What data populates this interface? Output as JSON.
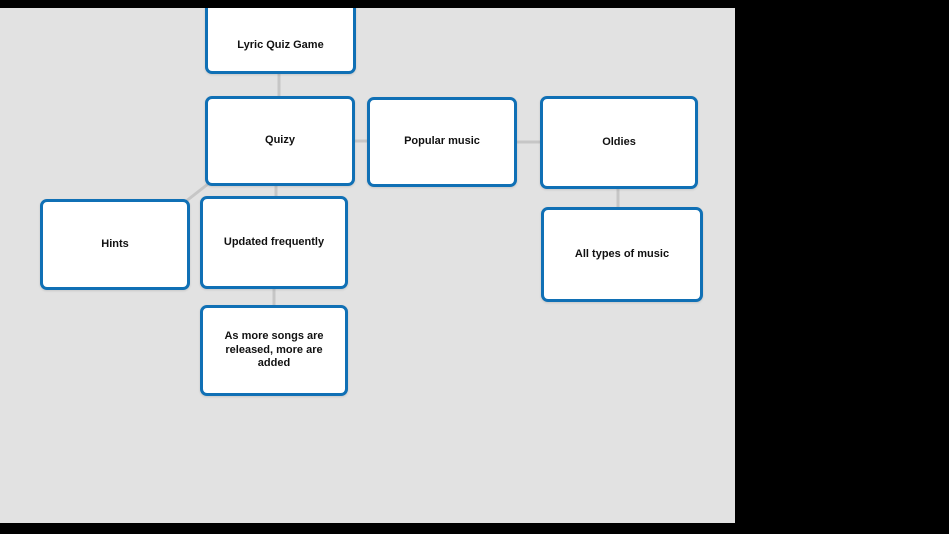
{
  "diagram": {
    "type": "mind-map",
    "colors": {
      "canvas_background": "#e2e2e2",
      "letterbox": "#000000",
      "node_border": "#1070b5",
      "node_fill": "#ffffff",
      "connector": "#c6c6c6",
      "text": "#111111"
    },
    "nodes": [
      {
        "id": "lyric-quiz-game",
        "label": "Lyric Quiz Game"
      },
      {
        "id": "quizy",
        "label": "Quizy"
      },
      {
        "id": "popular-music",
        "label": "Popular music"
      },
      {
        "id": "oldies",
        "label": "Oldies"
      },
      {
        "id": "hints",
        "label": "Hints"
      },
      {
        "id": "updated-frequently",
        "label": "Updated frequently"
      },
      {
        "id": "more-songs",
        "label": "As more songs are released, more are added"
      },
      {
        "id": "all-types-of-music",
        "label": "All types of music"
      }
    ],
    "connections": [
      {
        "from": "lyric-quiz-game",
        "to": "quizy"
      },
      {
        "from": "quizy",
        "to": "popular-music"
      },
      {
        "from": "popular-music",
        "to": "oldies"
      },
      {
        "from": "quizy",
        "to": "hints"
      },
      {
        "from": "quizy",
        "to": "updated-frequently"
      },
      {
        "from": "updated-frequently",
        "to": "more-songs"
      },
      {
        "from": "oldies",
        "to": "all-types-of-music"
      }
    ]
  }
}
